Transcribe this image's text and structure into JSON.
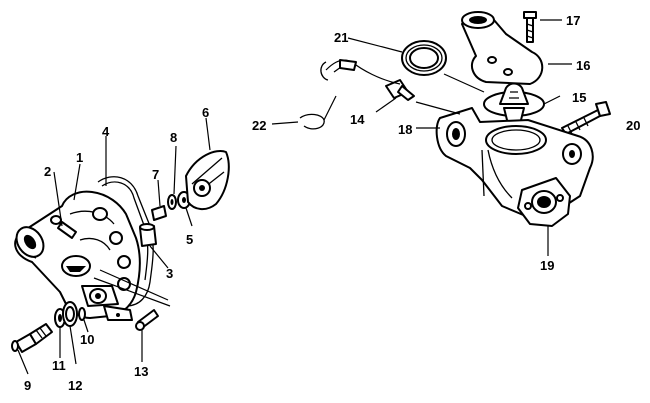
{
  "callouts": {
    "n1": "1",
    "n2": "2",
    "n3": "3",
    "n4": "4",
    "n5": "5",
    "n6": "6",
    "n7": "7",
    "n8": "8",
    "n9": "9",
    "n10": "10",
    "n11": "11",
    "n12": "12",
    "n13": "13",
    "n14": "14",
    "n15": "15",
    "n16": "16",
    "n17": "17",
    "n18": "18",
    "n19": "19",
    "n20": "20",
    "n21": "21",
    "n22": "22"
  },
  "colors": {
    "ink": "#000000",
    "paper": "#ffffff"
  }
}
